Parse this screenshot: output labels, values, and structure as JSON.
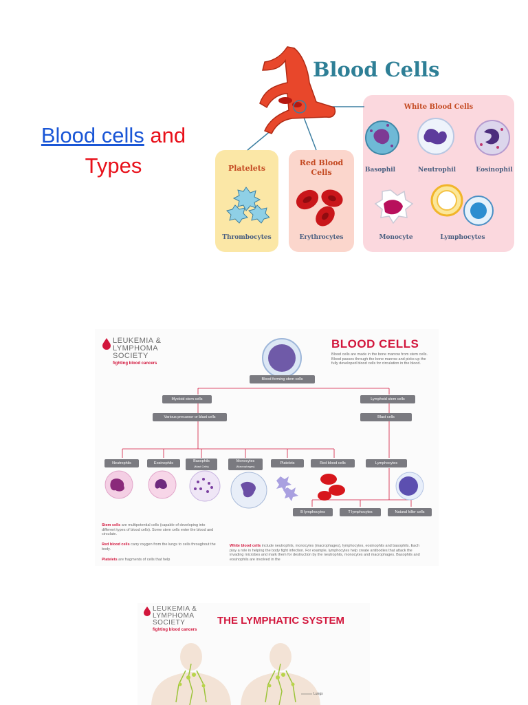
{
  "slide": {
    "title_link": "Blood cells",
    "title_rest1": "and",
    "title_rest2": "Types"
  },
  "infographic1": {
    "title": "Blood Cells",
    "platelets": {
      "heading": "Platelets",
      "caption": "Thrombocytes"
    },
    "red": {
      "heading_line1": "Red Blood",
      "heading_line2": "Cells",
      "caption": "Erythrocytes"
    },
    "white": {
      "heading": "White Blood Cells",
      "cells": [
        "Basophil",
        "Neutrophil",
        "Eosinophil",
        "Monocyte",
        "Lymphocytes"
      ]
    }
  },
  "infographic2": {
    "org_line1": "LEUKEMIA &",
    "org_line2": "LYMPHOMA",
    "org_line3": "SOCIETY",
    "tagline": "fighting blood cancers",
    "title": "BLOOD CELLS",
    "intro": "Blood cells are made in the bone marrow from stem cells. Blood passes through the bone marrow and picks up the fully developed blood cells for circulation in the blood.",
    "root": "Blood forming stem cells",
    "myeloid": "Myeloid stem cells",
    "precursor": "Various precursor or blast cells",
    "lymphoid": "Lymphoid stem cells",
    "blast": "Blast cells",
    "cells": [
      "Neutrophils",
      "Eosinophils",
      "Basophils",
      "Monocytes",
      "Platelets",
      "Red blood cells",
      "Lymphocytes"
    ],
    "cell_subs": {
      "basophils": "(Mast Cells)",
      "monocytes": "(Macrophages)"
    },
    "lymph_types": [
      "B lymphocytes",
      "T lymphocytes",
      "Natural killer cells"
    ],
    "notes": {
      "stem_term": "Stem cells",
      "stem_text": " are multipotential cells (capable of developing into different types of blood cells). Some stem cells enter the blood and circulate.",
      "red_term": "Red blood cells",
      "red_text": " carry oxygen from the lungs to cells throughout the body.",
      "platelet_term": "Platelets",
      "platelet_text": " are fragments of cells that help",
      "white_term": "White blood cells",
      "white_text": " include neutrophils, monocytes (macrophages), lymphocytes, eosinophils and basophils. Each play a role in helping the body fight infection. For example, lymphocytes help create antibodies that attack the invading microbes and mark them for destruction by the neutrophils, monocytes and macrophages. Basophils and eosinophils are involved in the"
    }
  },
  "infographic3": {
    "org_line1": "LEUKEMIA &",
    "org_line2": "LYMPHOMA",
    "org_line3": "SOCIETY",
    "tagline": "fighting blood cancers",
    "title": "THE LYMPHATIC SYSTEM",
    "label_lungs": "Lungs"
  },
  "colors": {
    "title_red": "#e8101a",
    "link_blue": "#1a56d6",
    "teal": "#2e7f96",
    "lls_red": "#d2163c"
  }
}
